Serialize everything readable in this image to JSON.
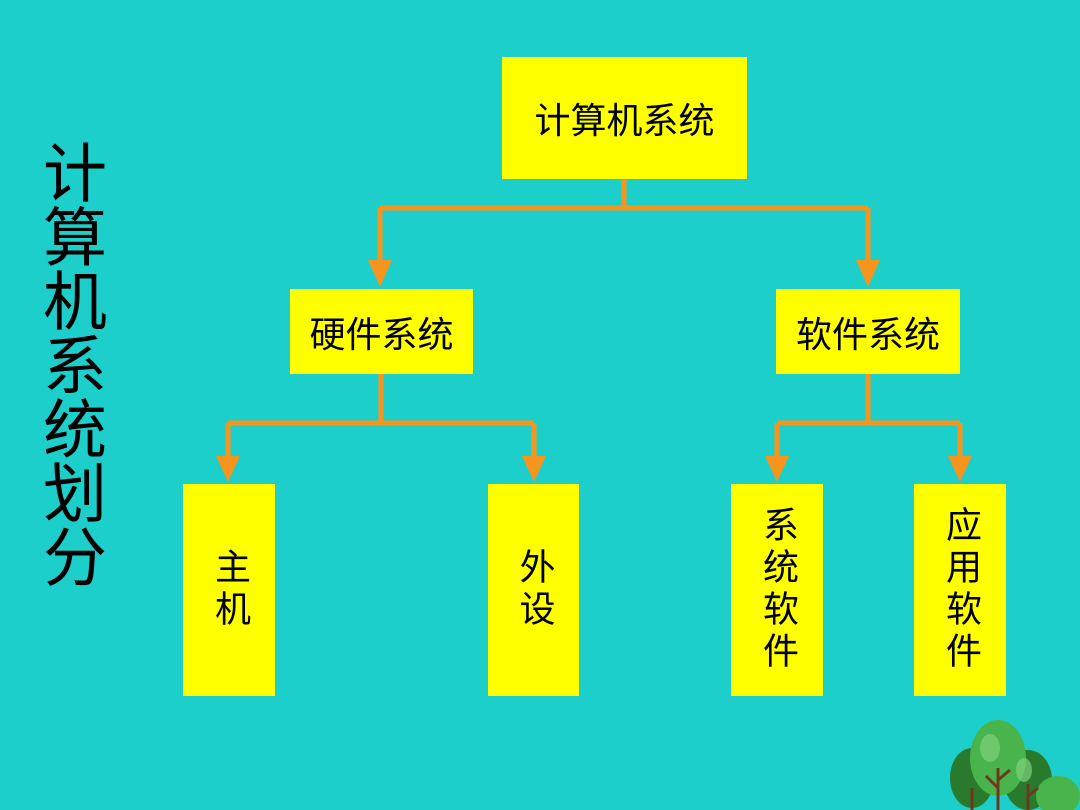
{
  "side_title": "计算机系统划分",
  "nodes": {
    "root": "计算机系统",
    "hardware": "硬件系统",
    "software": "软件系统",
    "host": "主机",
    "peripheral": "外设",
    "system_software": "系统软件",
    "application_software": "应用软件"
  },
  "colors": {
    "background": "#1ccfcb",
    "box_fill": "#ffff00",
    "connector": "#f7941d"
  }
}
